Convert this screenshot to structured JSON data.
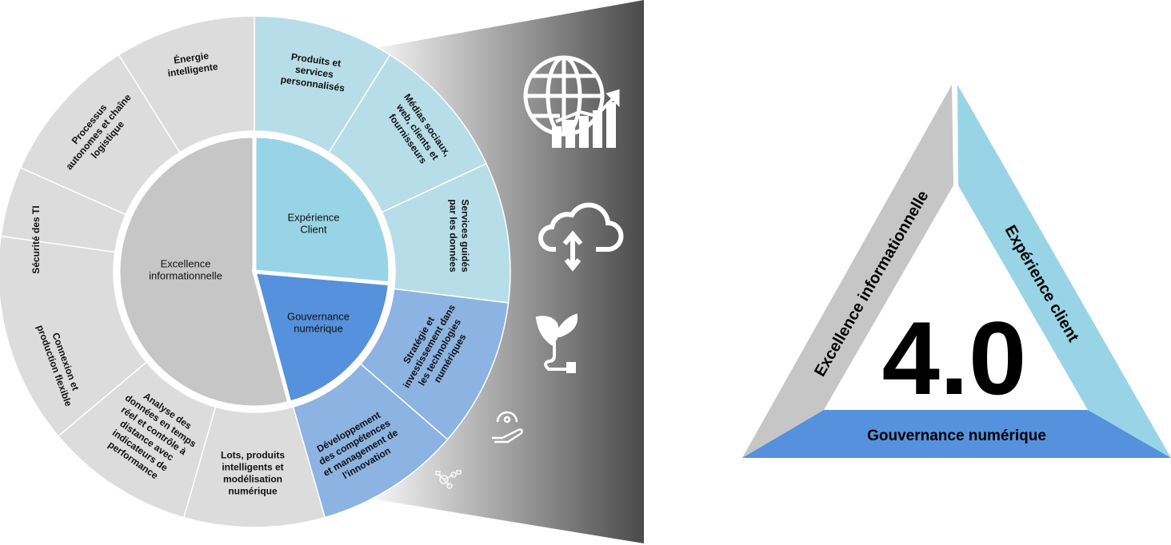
{
  "colors": {
    "excellence": "#c6c6c6",
    "excellence_outer": "#dcdcdc",
    "experience": "#98d4e6",
    "experience_outer": "#b7dde8",
    "gouvernance": "#5591dc",
    "gouvernance_outer": "#8cb3e2"
  },
  "wheel": {
    "inner": {
      "excellence": [
        "Excellence",
        "informationnelle"
      ],
      "experience": [
        "Expérience",
        "Client"
      ],
      "gouvernance": [
        "Gouvernance",
        "numérique"
      ]
    },
    "outer": [
      {
        "lines": [
          "Produits et",
          "services",
          "personnalisés"
        ]
      },
      {
        "lines": [
          "Médias sociaux,",
          "web, clients et",
          "fournisseurs"
        ]
      },
      {
        "lines": [
          "Services guidés",
          "par les données"
        ]
      },
      {
        "lines": [
          "Stratégie et",
          "investissement dans",
          "les technologies",
          "numériques"
        ]
      },
      {
        "lines": [
          "Développement",
          "des compétences",
          "et management de",
          "l'innovation"
        ]
      },
      {
        "lines": [
          "Lots, produits",
          "intelligents et",
          "modélisation",
          "numérique"
        ]
      },
      {
        "lines": [
          "Analyse des",
          "données en temps",
          "réel et contrôle à",
          "distance avec",
          "indicateurs de",
          "performance"
        ]
      },
      {
        "lines": [
          "Connexion et",
          "production flexible"
        ]
      },
      {
        "lines": [
          "Sécurité des TI"
        ]
      },
      {
        "lines": [
          "Processus",
          "autonomes et chaîne",
          "logistique"
        ]
      },
      {
        "lines": [
          "Énergie",
          "intelligente"
        ]
      }
    ]
  },
  "icons": [
    "globe-growth-icon",
    "cloud-sync-icon",
    "plant-plug-icon",
    "hand-gauge-icon",
    "network-icon"
  ],
  "triangle": {
    "center": "4.0",
    "left": "Excellence informationnelle",
    "right": "Expérience client",
    "bottom": "Gouvernance numérique"
  }
}
